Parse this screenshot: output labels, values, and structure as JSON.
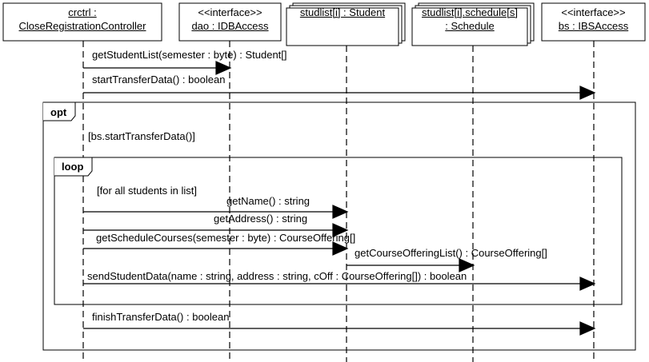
{
  "lifelines": [
    {
      "stereotype": "",
      "name": "crctrl :",
      "name2": "CloseRegistrationController"
    },
    {
      "stereotype": "<<interface>>",
      "name": "dao : IDBAccess",
      "name2": ""
    },
    {
      "stereotype": "",
      "name": "studlist[i] : Student",
      "name2": ""
    },
    {
      "stereotype": "",
      "name": "studlist[i].schedule[s]",
      "name2": ": Schedule"
    },
    {
      "stereotype": "<<interface>>",
      "name": "bs : IBSAccess",
      "name2": ""
    }
  ],
  "messages": [
    "getStudentList(semester : byte) : Student[]",
    "startTransferData() : boolean",
    "getName() : string",
    "getAddress() : string",
    "getScheduleCourses(semester : byte) : CourseOffering[]",
    "getCourseOfferingList() : CourseOffering[]",
    "sendStudentData(name : string, address : string, cOff : CourseOffering[]) : boolean",
    "finishTransferData() : boolean"
  ],
  "fragments": {
    "opt_label": "opt",
    "opt_guard": "[bs.startTransferData()]",
    "loop_label": "loop",
    "loop_guard": "[for all students in list]"
  },
  "colors": {
    "line": "#000000",
    "background": "#ffffff"
  }
}
